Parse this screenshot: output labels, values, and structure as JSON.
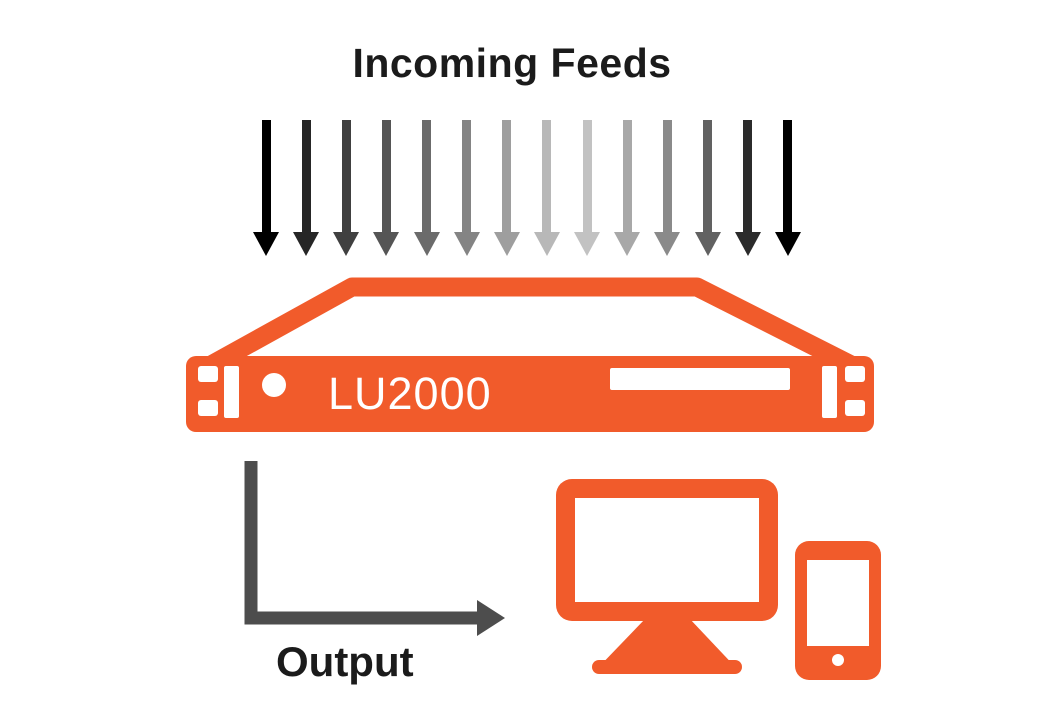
{
  "title": "Incoming Feeds",
  "device": {
    "label": "LU2000",
    "color": "#F15B2B"
  },
  "output": {
    "label": "Output",
    "arrow_color": "#4d4d4d"
  },
  "incoming_feeds": {
    "arrow_count": 14,
    "arrow_colors": [
      "#000000",
      "#262626",
      "#404040",
      "#555555",
      "#6b6b6b",
      "#848484",
      "#9e9e9e",
      "#b8b8b8",
      "#c2c2c2",
      "#a8a8a8",
      "#8a8a8a",
      "#616161",
      "#2b2b2b",
      "#000000"
    ]
  },
  "icons": {
    "destinations": [
      "monitor-icon",
      "tablet-icon"
    ],
    "arrows": "down-arrow-icon"
  }
}
